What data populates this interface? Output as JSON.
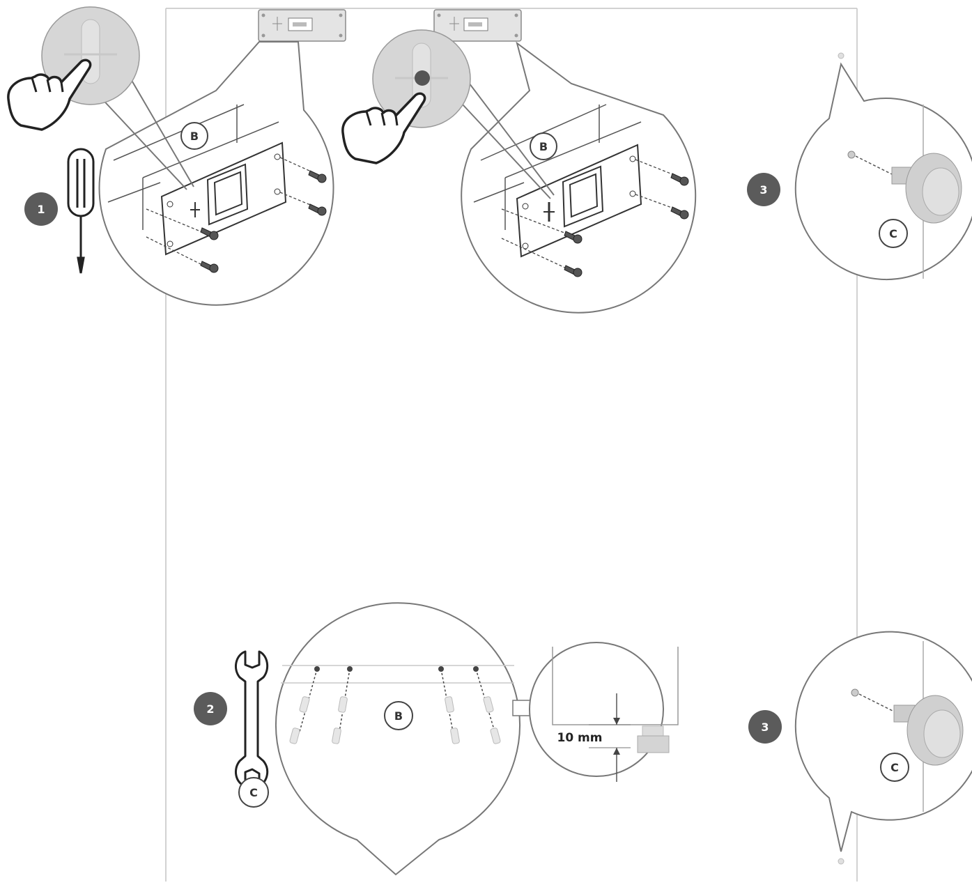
{
  "steps": {
    "step1": "1",
    "step2": "2",
    "step3_top": "3",
    "step3_bottom": "3"
  },
  "parts": {
    "b_top_left": "B",
    "b_top_right": "B",
    "b_bottom": "B",
    "c_top_right": "C",
    "c_bottom_right": "C",
    "c_wrench": "C"
  },
  "measurement": {
    "label": "10 mm"
  },
  "icons": {
    "tool_1": "screwdriver-icon",
    "tool_2": "wrench-icon",
    "hand_1": "pointing-hand-icon",
    "hand_2": "pointing-hand-icon"
  },
  "colors": {
    "line": "#6e6e6e",
    "badge_fill": "#5b5b5b",
    "badge_text": "#ffffff",
    "marker_dot": "#555555",
    "panel_edge": "#bdbdbd",
    "gray_zoom": "#d6d6d6"
  }
}
